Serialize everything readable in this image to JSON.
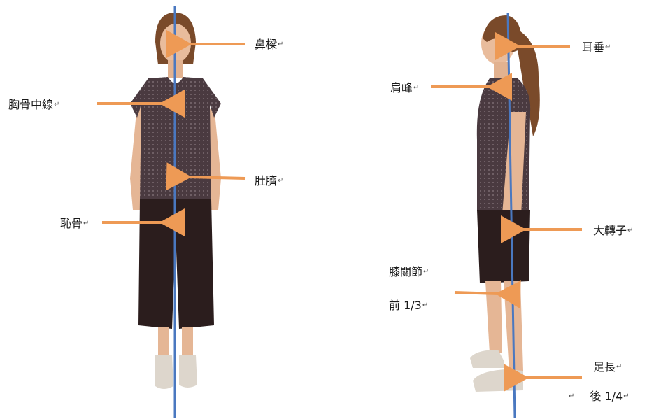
{
  "front_view": {
    "labels": {
      "nose": "鼻樑",
      "sternum": "胸骨中線",
      "navel": "肚臍",
      "pubis": "恥骨"
    }
  },
  "side_view": {
    "labels": {
      "earlobe": "耳垂",
      "acromion": "肩峰",
      "trochanter": "大轉子",
      "knee_line1": "膝關節",
      "knee_line2": "前 1/3",
      "foot_line1": "足長",
      "foot_line2": "後 1/4"
    }
  },
  "paragraph_mark": "↵",
  "colors": {
    "plumb_line": "#4a78c0",
    "arrow": "#ee9a55",
    "shirt": "#4a3a40",
    "pants": "#2b1d1d",
    "skin": "#e5b695",
    "hair": "#7a4a2a",
    "shoe": "#ddd6cc"
  }
}
